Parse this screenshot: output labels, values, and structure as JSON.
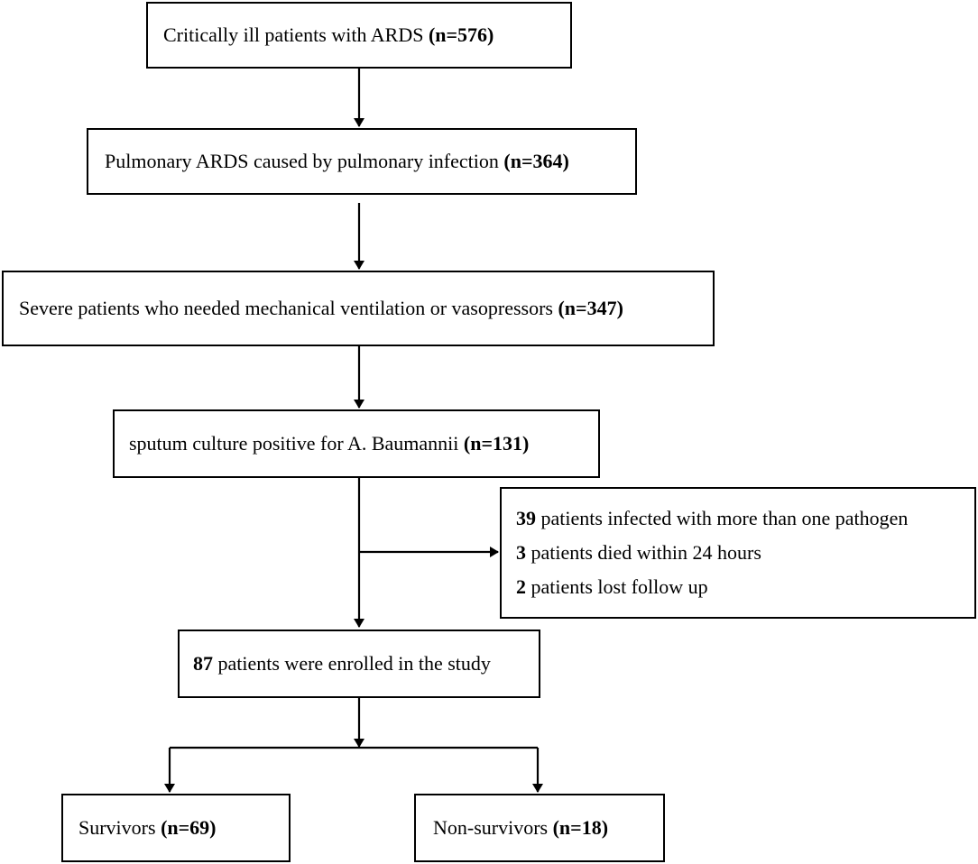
{
  "steps": {
    "s1": {
      "text": "Critically ill patients with ARDS ",
      "count": "(n=576)"
    },
    "s2": {
      "text": "Pulmonary ARDS caused by pulmonary infection ",
      "count": "(n=364)"
    },
    "s3": {
      "text": "Severe patients who needed mechanical ventilation or vasopressors ",
      "count": "(n=347)"
    },
    "s4": {
      "text": "sputum culture positive for A. Baumannii ",
      "count": "(n=131)"
    },
    "s5": {
      "count": "87",
      "text": " patients were enrolled in the study"
    }
  },
  "exclusions": [
    {
      "count": "39",
      "text": " patients infected with more than one pathogen"
    },
    {
      "count": "3",
      "text": " patients died within 24 hours"
    },
    {
      "count": "2",
      "text": " patients lost follow up"
    }
  ],
  "outcomes": {
    "survivors": {
      "text": "Survivors ",
      "count": "(n=69)"
    },
    "non_survivors": {
      "text": "Non-survivors ",
      "count": "(n=18)"
    }
  }
}
